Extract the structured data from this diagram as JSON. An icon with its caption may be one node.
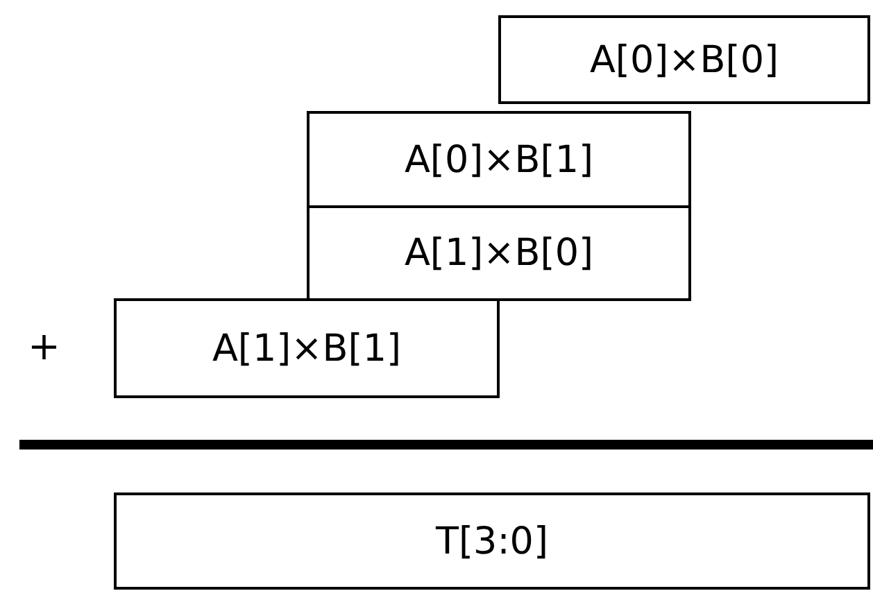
{
  "diagram": {
    "nodes": [
      {
        "text": [
          "A[0]×B[0]"
        ]
      },
      {
        "text": [
          "A[0]×B[1]"
        ]
      },
      {
        "text": [
          "A[1]×B[0]"
        ]
      },
      {
        "text": [
          "A[1]×B[1]"
        ]
      },
      {
        "text": [
          "T[3:0]"
        ]
      }
    ],
    "labels": [
      "+"
    ]
  }
}
